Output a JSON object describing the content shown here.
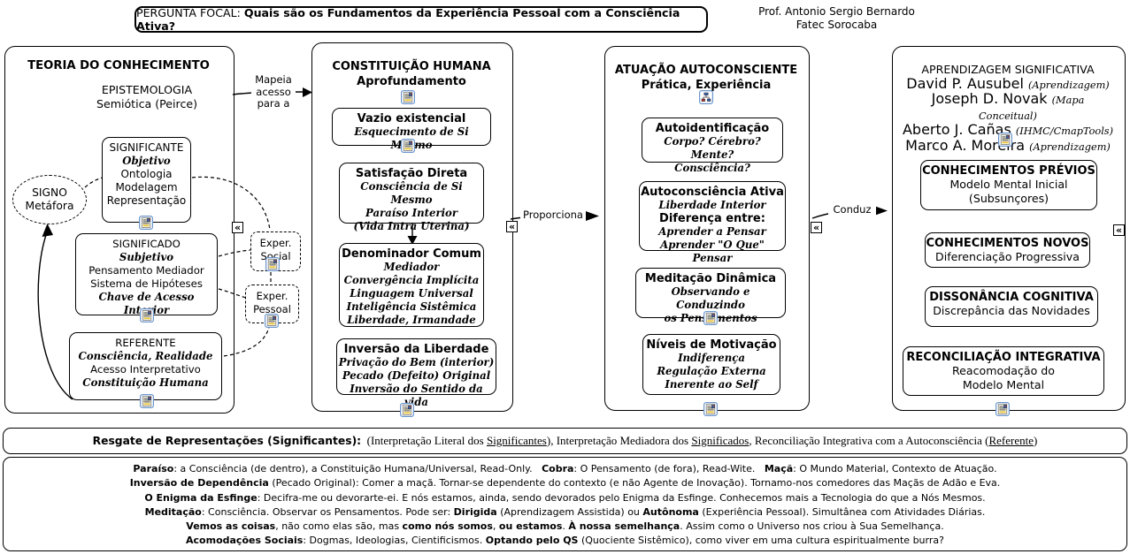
{
  "header": {
    "focal": [
      [
        {
          "t": "PERGUNTA FOCAL: "
        },
        {
          "t": "Quais são os Fundamentos da Experiência Pessoal com a Consciência Ativa?",
          "c": "b"
        }
      ]
    ],
    "author": [
      [
        {
          "t": "Prof. Antonio Sergio Bernardo"
        }
      ],
      [
        {
          "t": "Fatec Sorocaba"
        }
      ]
    ]
  },
  "links": {
    "mapeia": "Mapeia acesso para a",
    "proporciona": "Proporciona",
    "conduz": "Conduz"
  },
  "exper": {
    "social": [
      [
        {
          "t": "Exper."
        }
      ],
      [
        {
          "t": "Social"
        }
      ]
    ],
    "pessoal": [
      [
        {
          "t": "Exper."
        }
      ],
      [
        {
          "t": "Pessoal"
        }
      ]
    ]
  },
  "col1": {
    "title": "TEORIA DO CONHECIMENTO",
    "epistemologia": [
      [
        {
          "t": "EPISTEMOLOGIA",
          "c": "t13"
        }
      ],
      [
        {
          "t": "Semiótica (Peirce)",
          "c": "t13"
        }
      ]
    ],
    "signo": [
      [
        {
          "t": "SIGNO"
        }
      ],
      [
        {
          "t": "Metáfora"
        }
      ]
    ],
    "significante": [
      [
        {
          "t": "SIGNIFICANTE"
        }
      ],
      [
        {
          "t": "Objetivo",
          "c": "s"
        }
      ],
      [
        {
          "t": "Ontologia"
        }
      ],
      [
        {
          "t": "Modelagem"
        }
      ],
      [
        {
          "t": "Representação"
        }
      ]
    ],
    "significado": [
      [
        {
          "t": "SIGNIFICADO"
        }
      ],
      [
        {
          "t": "Subjetivo",
          "c": "s"
        }
      ],
      [
        {
          "t": "Pensamento Mediador"
        }
      ],
      [
        {
          "t": "Sistema de Hipóteses"
        }
      ],
      [
        {
          "t": "Chave de Acesso Interior",
          "c": "s"
        }
      ]
    ],
    "referente": [
      [
        {
          "t": "REFERENTE"
        }
      ],
      [
        {
          "t": "Consciência, Realidade",
          "c": "s"
        }
      ],
      [
        {
          "t": "Acesso Interpretativo"
        }
      ],
      [
        {
          "t": "Constituição Humana",
          "c": "s"
        }
      ]
    ]
  },
  "col2": {
    "title": [
      [
        {
          "t": "CONSTITUIÇÃO HUMANA",
          "c": "hb"
        }
      ],
      [
        {
          "t": "Aprofundamento",
          "c": "hb"
        }
      ]
    ],
    "vazio": [
      [
        {
          "t": "Vazio existencial",
          "c": "hb"
        }
      ],
      [
        {
          "t": "Esquecimento de Si Mesmo",
          "c": "s"
        }
      ]
    ],
    "satisfacao": [
      [
        {
          "t": "Satisfação Direta",
          "c": "hb"
        }
      ],
      [
        {
          "t": "Consciência de Si Mesmo",
          "c": "s"
        }
      ],
      [
        {
          "t": "Paraíso Interior",
          "c": "s"
        }
      ],
      [
        {
          "t": "(Vida Intra Uterina)",
          "c": "s"
        }
      ]
    ],
    "denominador": [
      [
        {
          "t": "Denominador Comum",
          "c": "hb"
        }
      ],
      [
        {
          "t": "Mediador",
          "c": "s"
        }
      ],
      [
        {
          "t": "Convergência Implícita",
          "c": "s"
        }
      ],
      [
        {
          "t": "Linguagem Universal",
          "c": "s"
        }
      ],
      [
        {
          "t": "Inteligência Sistêmica",
          "c": "s"
        }
      ],
      [
        {
          "t": "Liberdade, Irmandade",
          "c": "s"
        }
      ]
    ],
    "inversao": [
      [
        {
          "t": "Inversão da Liberdade",
          "c": "hb"
        }
      ],
      [
        {
          "t": "Privação do Bem (interior)",
          "c": "s"
        }
      ],
      [
        {
          "t": "Pecado (Defeito) Original",
          "c": "s"
        }
      ],
      [
        {
          "t": "Inversão do Sentido da vida",
          "c": "s"
        }
      ]
    ]
  },
  "col3": {
    "title": [
      [
        {
          "t": "ATUAÇÃO AUTOCONSCIENTE",
          "c": "hb"
        }
      ],
      [
        {
          "t": "Prática, Experiência",
          "c": "hb"
        }
      ]
    ],
    "autoidentificacao": [
      [
        {
          "t": "Autoidentificação",
          "c": "hb"
        }
      ],
      [
        {
          "t": "Corpo? Cérebro? Mente?",
          "c": "s"
        }
      ],
      [
        {
          "t": "Consciência?",
          "c": "s"
        }
      ]
    ],
    "autoconsciencia": [
      [
        {
          "t": "Autoconsciência Ativa",
          "c": "hb"
        }
      ],
      [
        {
          "t": "Liberdade Interior",
          "c": "s"
        }
      ],
      [
        {
          "t": "Diferença entre:",
          "c": "hb"
        }
      ],
      [
        {
          "t": "Aprender a Pensar",
          "c": "s"
        }
      ],
      [
        {
          "t": "Aprender \"O Que\" Pensar",
          "c": "s"
        }
      ]
    ],
    "meditacao": [
      [
        {
          "t": "Meditação Dinâmica",
          "c": "hb"
        }
      ],
      [
        {
          "t": "Observando e Conduzindo",
          "c": "s"
        }
      ],
      [
        {
          "t": "os Pensamentos",
          "c": "s"
        }
      ]
    ],
    "niveis": [
      [
        {
          "t": "Níveis de Motivação",
          "c": "hb"
        }
      ],
      [
        {
          "t": "Indiferença",
          "c": "s"
        }
      ],
      [
        {
          "t": "Regulação Externa",
          "c": "s"
        }
      ],
      [
        {
          "t": "Inerente ao Self",
          "c": "s"
        }
      ]
    ]
  },
  "col4": {
    "title": [
      [
        {
          "t": "APRENDIZAGEM SIGNIFICATIVA",
          "c": "t13"
        }
      ],
      [
        {
          "t": "David P. Ausubel "
        },
        {
          "t": "(Aprendizagem)",
          "c": "pi"
        }
      ],
      [
        {
          "t": "Joseph D. Novak "
        },
        {
          "t": "(Mapa Conceitual)",
          "c": "pi"
        }
      ],
      [
        {
          "t": "Aberto J. Cañas "
        },
        {
          "t": "(IHMC/CmapTools)",
          "c": "pi"
        }
      ],
      [
        {
          "t": "Marco A. Moreira "
        },
        {
          "t": "(Aprendizagem)",
          "c": "pi"
        }
      ]
    ],
    "previos": [
      [
        {
          "t": "CONHECIMENTOS PRÉVIOS",
          "c": "hb"
        }
      ],
      [
        {
          "t": "Modelo Mental Inicial",
          "c": "t13"
        }
      ],
      [
        {
          "t": "(Subsunçores)",
          "c": "t13"
        }
      ]
    ],
    "novos": [
      [
        {
          "t": "CONHECIMENTOS NOVOS",
          "c": "hb"
        }
      ],
      [
        {
          "t": "Diferenciação Progressiva",
          "c": "t13"
        }
      ]
    ],
    "dissonancia": [
      [
        {
          "t": "DISSONÂNCIA COGNITIVA",
          "c": "hb"
        }
      ],
      [
        {
          "t": "Discrepância das Novidades",
          "c": "t13"
        }
      ]
    ],
    "reconciliacao": [
      [
        {
          "t": "RECONCILIAÇÃO INTEGRATIVA",
          "c": "hb"
        }
      ],
      [
        {
          "t": "Reacomodação do",
          "c": "t13"
        }
      ],
      [
        {
          "t": "Modelo Mental",
          "c": "t13"
        }
      ]
    ]
  },
  "footer_bar": [
    [
      {
        "t": "Resgate de Representações (Significantes):",
        "c": "bl"
      },
      {
        "t": "  (Interpretação Literal dos "
      },
      {
        "t": "Significantes",
        "c": "u"
      },
      {
        "t": "), Interpretação Mediadora dos "
      },
      {
        "t": "Significados",
        "c": "u"
      },
      {
        "t": ", Reconciliação Integrativa com a Autoconsciência ("
      },
      {
        "t": "Referente",
        "c": "u"
      },
      {
        "t": ")"
      }
    ]
  ],
  "notes": [
    [
      {
        "t": "Paraíso",
        "c": "b"
      },
      {
        "t": ": a Consciência (de dentro), a Constituição Humana/Universal, Read-Only.   "
      },
      {
        "t": "Cobra",
        "c": "b"
      },
      {
        "t": ": O Pensamento (de fora), Read-Wite.   "
      },
      {
        "t": "Maçã",
        "c": "b"
      },
      {
        "t": ": O Mundo Material, Contexto de Atuação."
      }
    ],
    [
      {
        "t": "Inversão de Dependência",
        "c": "b"
      },
      {
        "t": " (Pecado Original): Comer a maçã. Tornar-se dependente do contexto (e não Agente de Inovação). Tornamo-nos comedores das Maçãs de Adão e Eva."
      }
    ],
    [
      {
        "t": "O Enigma da Esfinge",
        "c": "b"
      },
      {
        "t": ": Decifra-me ou devorarte-ei. E nós estamos, ainda, sendo devorados pelo Enigma da Esfinge. Conhecemos mais a Tecnologia do que a Nós Mesmos."
      }
    ],
    [
      {
        "t": "Meditação",
        "c": "b"
      },
      {
        "t": ": Consciência. Observar os Pensamentos. Pode ser: "
      },
      {
        "t": "Dirigida",
        "c": "b"
      },
      {
        "t": " (Aprendizagem Assistida) ou "
      },
      {
        "t": "Autônoma",
        "c": "b"
      },
      {
        "t": " (Experiência Pessoal). Simultânea com Atividades Diárias."
      }
    ],
    [
      {
        "t": "Vemos as coisas",
        "c": "b"
      },
      {
        "t": ", não como elas são, mas "
      },
      {
        "t": "como nós somos",
        "c": "b"
      },
      {
        "t": ", "
      },
      {
        "t": "ou estamos",
        "c": "b"
      },
      {
        "t": ". "
      },
      {
        "t": "À nossa semelhança",
        "c": "b"
      },
      {
        "t": ". Assim como o Universo nos criou à Sua Semelhança."
      }
    ],
    [
      {
        "t": "Acomodações Sociais",
        "c": "b"
      },
      {
        "t": ": Dogmas, Ideologias, Cientificismos. "
      },
      {
        "t": "Optando pelo QS",
        "c": "b"
      },
      {
        "t": " (Quociente Sistêmico), como viver em uma cultura espiritualmente burra?"
      }
    ]
  ],
  "icons": {
    "collapse_glyph": "«",
    "resource": "document-with-image-icon",
    "concept_map": "concept-map-icon"
  },
  "colors": {
    "line": "#000000",
    "background": "#ffffff",
    "icon_frame_blue": "#6b96cc",
    "icon_yellow": "#e6c33c",
    "icon_blue": "#3a62b0",
    "icon_red": "#b03030"
  }
}
